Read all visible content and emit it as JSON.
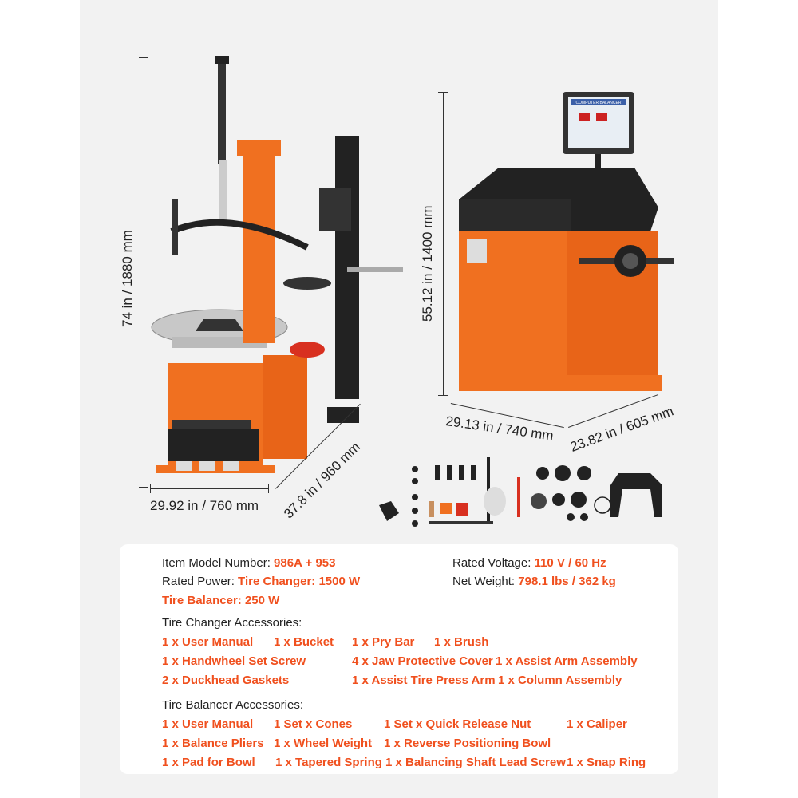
{
  "colors": {
    "accent": "#f0501e",
    "machine_orange": "#f07020",
    "dark": "#222222"
  },
  "dimensions": {
    "changer_height": "74 in / 1880 mm",
    "changer_width": "29.92 in / 760 mm",
    "changer_depth": "37.8 in / 960 mm",
    "balancer_height": "55.12 in / 1400 mm",
    "balancer_width": "29.13 in / 740 mm",
    "balancer_depth": "23.82 in / 605 mm"
  },
  "screen_label": "COMPUTER BALANCER",
  "specs": {
    "model_label": "Item Model Number: ",
    "model_value": "986A + 953",
    "voltage_label": "Rated Voltage: ",
    "voltage_value": "110 V / 60 Hz",
    "power_label": "Rated Power: ",
    "power_value1": "Tire Changer: 1500 W",
    "power_value2": "Tire Balancer: 250 W",
    "weight_label": "Net Weight: ",
    "weight_value": "798.1 lbs / 362 kg"
  },
  "changer_acc": {
    "title": "Tire Changer Accessories:",
    "items": [
      "1 x User Manual",
      "1 x Bucket",
      "1 x Pry Bar",
      "1 x Brush",
      "1 x Handwheel Set Screw",
      "4 x Jaw Protective Cover",
      "1 x Assist Arm Assembly",
      "2 x Duckhead Gaskets",
      "1 x Assist Tire Press Arm",
      "1 x Column Assembly"
    ]
  },
  "balancer_acc": {
    "title": "Tire Balancer Accessories:",
    "items": [
      "1 x User Manual",
      "1 Set x Cones",
      "1 Set x Quick Release Nut",
      "1 x Caliper",
      "1 x Balance Pliers",
      "1 x Wheel Weight",
      "1 x Reverse Positioning Bowl",
      "1 x Pad for Bowl",
      "1 x Tapered Spring",
      "1 x Balancing Shaft Lead Screw",
      "1 x Snap Ring"
    ]
  }
}
